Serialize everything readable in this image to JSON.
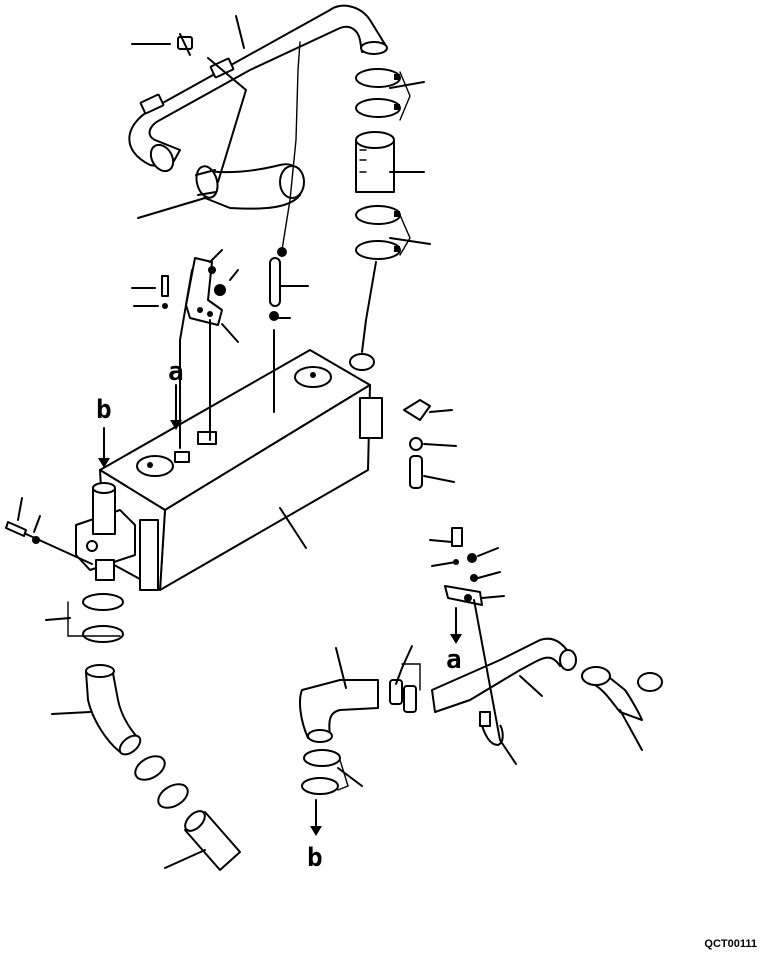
{
  "figure": {
    "code": "QCT00111",
    "reference_marks": [
      {
        "id": "a-top",
        "letter": "a"
      },
      {
        "id": "a-bottom",
        "letter": "a"
      },
      {
        "id": "b-top",
        "letter": "b"
      },
      {
        "id": "b-bottom",
        "letter": "b"
      }
    ]
  }
}
